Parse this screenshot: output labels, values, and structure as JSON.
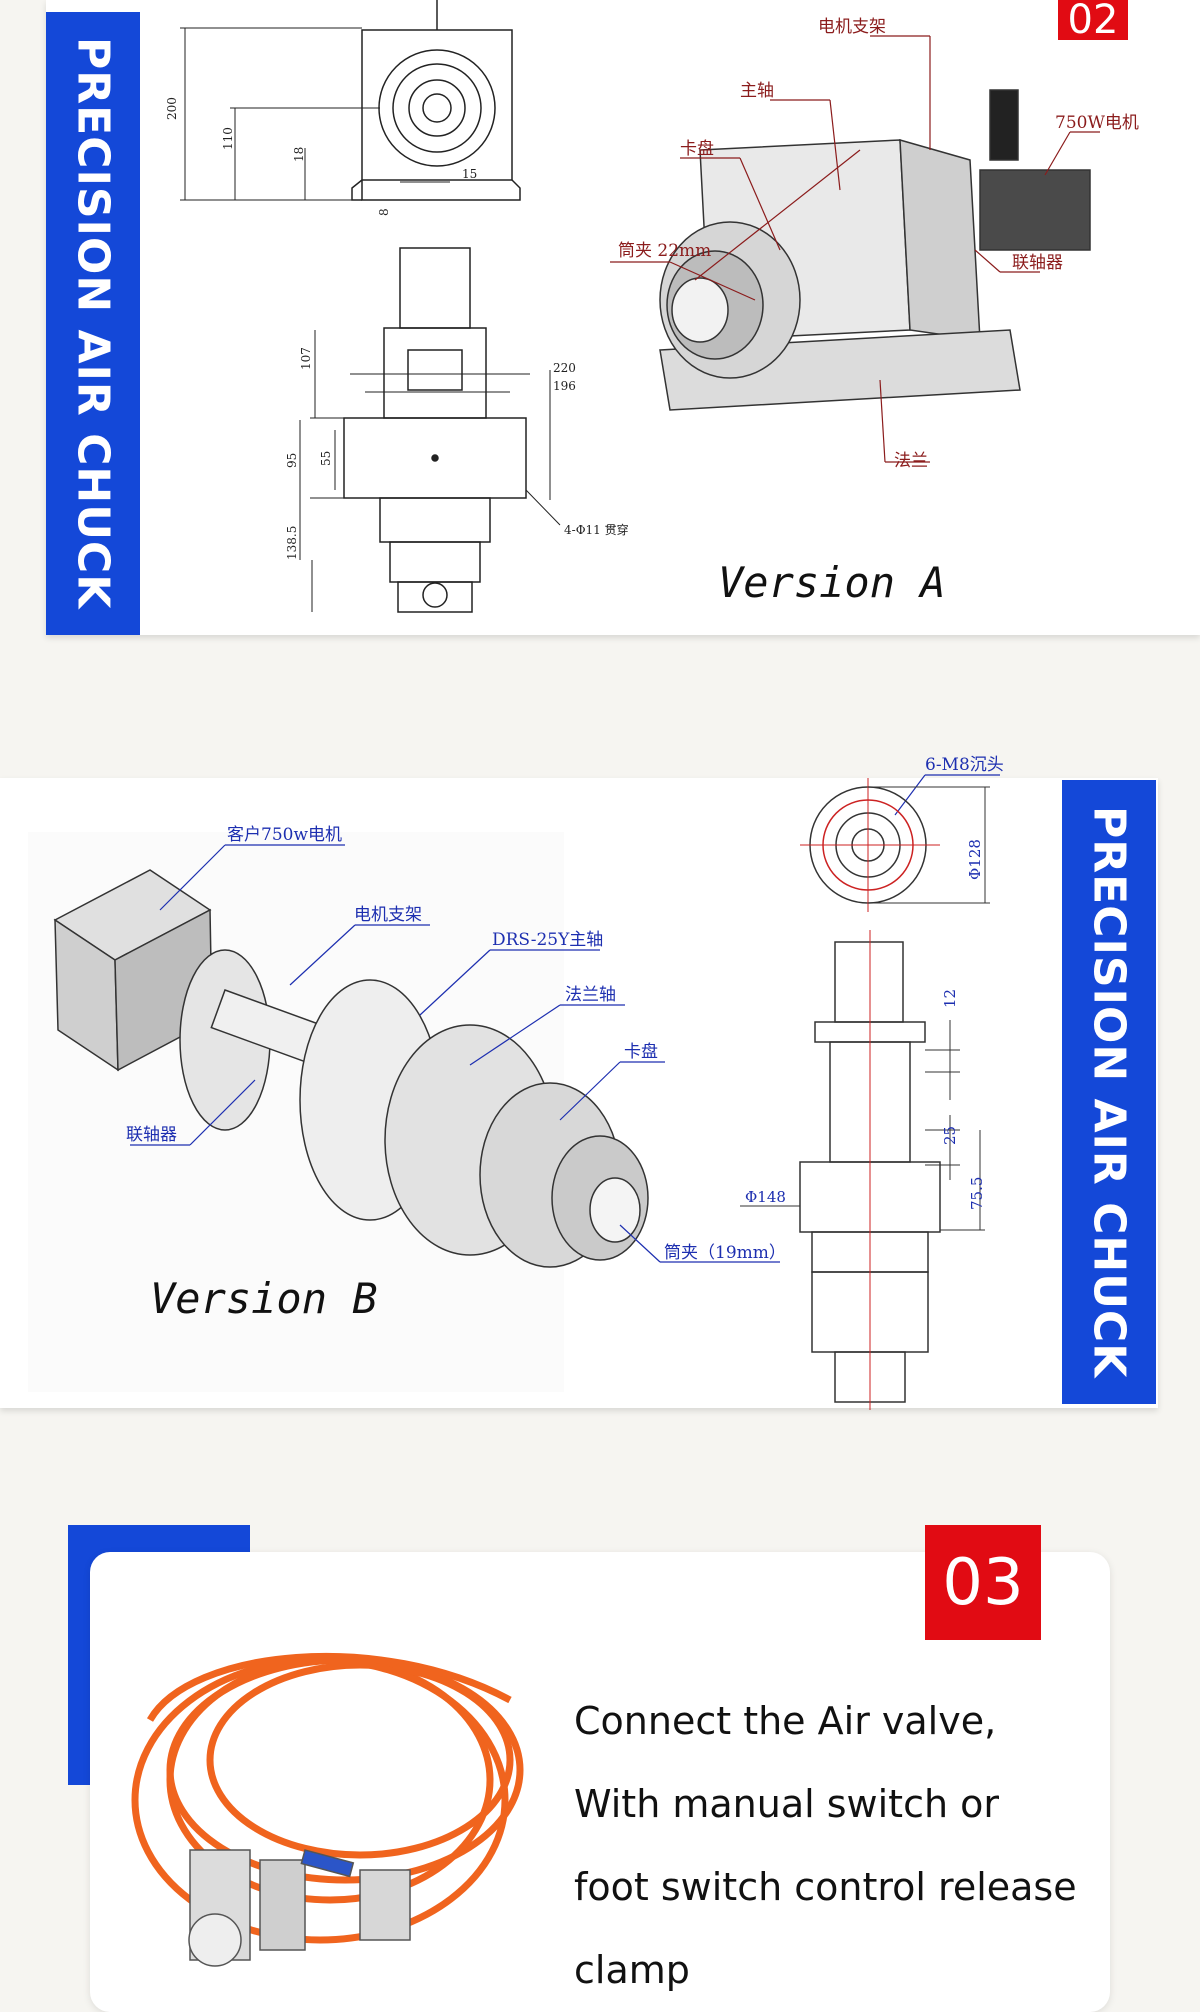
{
  "section_a": {
    "side_label": "PRECISION AIR CHUCK",
    "badge": "02",
    "version": "Version A",
    "labels": {
      "motor_bracket": "电机支架",
      "spindle": "主轴",
      "motor": "750W电机",
      "chuck": "卡盘",
      "collet": "筒夹 22mm",
      "coupling": "联轴器",
      "flange": "法兰"
    },
    "dims": {
      "d200": "200",
      "d110": "110",
      "d18": "18",
      "d15": "15",
      "d8": "8",
      "d107": "107",
      "d220": "220",
      "d196": "196",
      "d95": "95",
      "d55": "55",
      "d138": "138.5",
      "holes": "4-Φ11 贯穿"
    }
  },
  "section_b": {
    "side_label": "PRECISION AIR CHUCK",
    "version": "Version B",
    "labels": {
      "motor": "客户750w电机",
      "motor_bracket": "电机支架",
      "spindle": "DRS-25Y主轴",
      "flange_shaft": "法兰轴",
      "chuck": "卡盘",
      "coupling": "联轴器",
      "collet": "筒夹（19mm）",
      "countersink": "6-M8沉头"
    },
    "dims": {
      "d128": "Φ128",
      "d12": "12",
      "d25": "25",
      "d148": "Φ148",
      "d75": "75.5"
    }
  },
  "section_c": {
    "badge": "03",
    "lines": [
      "Connect the Air valve,",
      "With manual switch or",
      "foot switch control release",
      "clamp"
    ]
  },
  "colors": {
    "blue": "#1448d8",
    "red": "#e10b13",
    "hose": "#f0641e",
    "label_red": "#8b1c1c",
    "label_blue": "#1d2fb0"
  }
}
